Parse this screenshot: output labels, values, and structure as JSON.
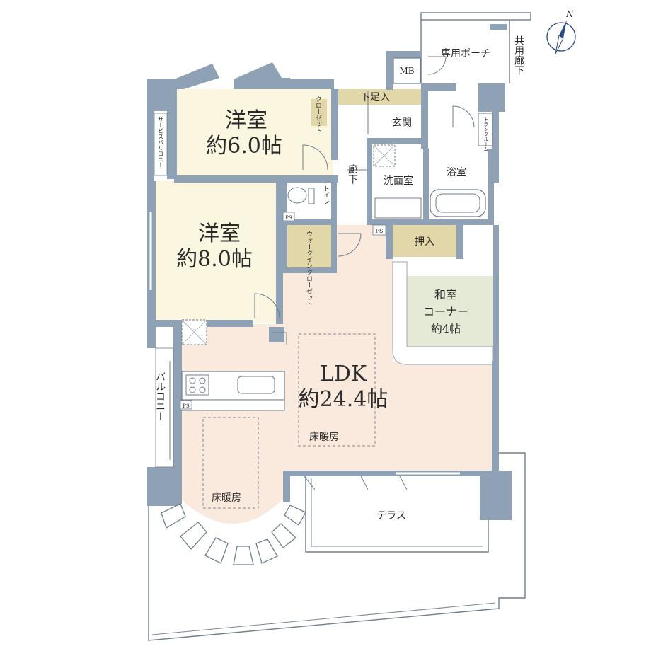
{
  "colors": {
    "wall": "#8fa1b4",
    "western_room": "#fbf6df",
    "ldk": "#fae9dd",
    "japanese_room": "#e5ead6",
    "storage": "#e2d7a8",
    "outline": "#6f7e8e",
    "compass": "#2c4a82"
  },
  "compass": {
    "label": "N"
  },
  "rooms": {
    "western1": {
      "name": "洋室",
      "size": "約6.0帖"
    },
    "western2": {
      "name": "洋室",
      "size": "約8.0帖"
    },
    "ldk": {
      "name": "LDK",
      "size": "約24.4帖",
      "floor_heating": "床暖房"
    },
    "dining_floor_heating": "床暖房",
    "japanese": {
      "name": "和室",
      "name2": "コーナー",
      "size": "約4帖"
    },
    "entrance": "玄関",
    "hallway": "廊下",
    "shoe_storage": "下足入",
    "washroom": "洗面室",
    "bathroom": "浴室",
    "toilet": "トイレ",
    "closet": "クローゼット",
    "walk_in_closet": "ウォークインクローゼット",
    "oshiire": "押入",
    "mb": "MB",
    "ps": "PS",
    "private_porch": "専用ポーチ",
    "common_corridor": "共用廊下",
    "trunk_room": "トランクルーム",
    "service_balcony": "サービスバルコニー",
    "balcony": "バルコニー",
    "terrace": "テラス"
  }
}
